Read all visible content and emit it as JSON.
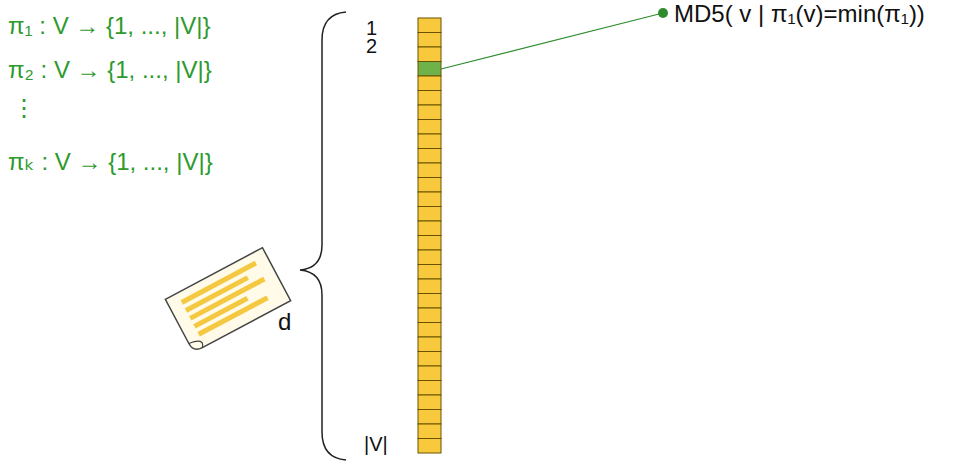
{
  "diagram": {
    "labels": [
      "π₁ : V → {1, ..., |V|}",
      "π₂ : V → {1, ..., |V|}",
      "⋮",
      "πₖ : V → {1, ..., |V|}",
      "d",
      "1",
      "2",
      "|V|",
      "MD5( v | π₁(v)=min(π₁))"
    ]
  }
}
